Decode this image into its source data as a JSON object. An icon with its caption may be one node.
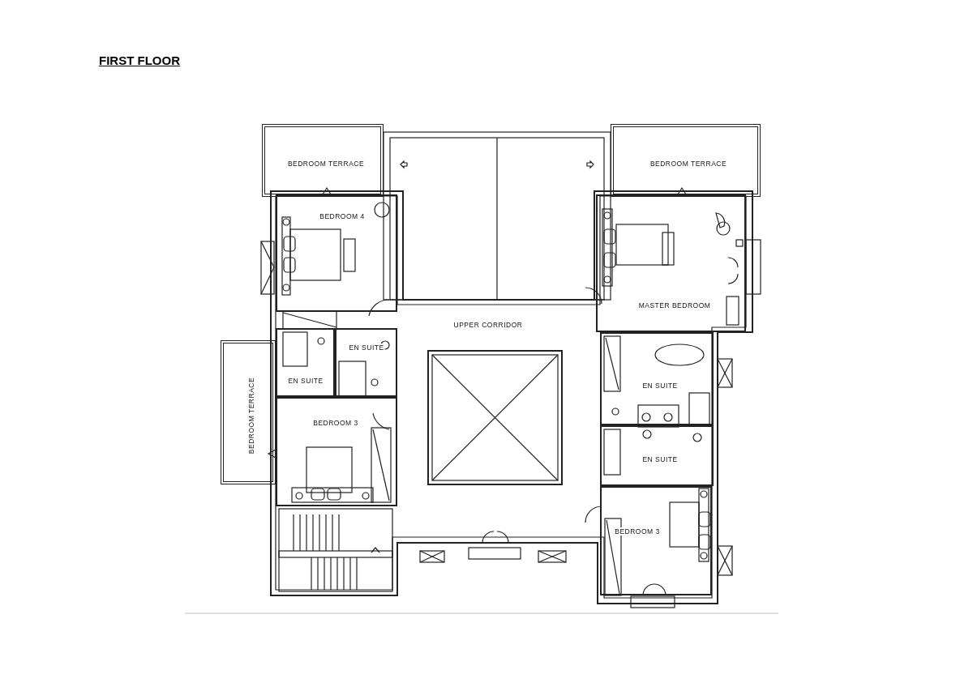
{
  "diagram": {
    "title": "FIRST FLOOR",
    "nodes": [
      {
        "text": [
          "BEDROOM TERRACE"
        ]
      },
      {
        "text": [
          "BEDROOM TERRACE"
        ]
      },
      {
        "text": [
          "BEDROOM 4"
        ]
      },
      {
        "text": [
          "MASTER BEDROOM"
        ]
      },
      {
        "text": [
          "UPPER CORRIDOR"
        ]
      },
      {
        "text": [
          "EN SUITE"
        ]
      },
      {
        "text": [
          "EN SUITE"
        ]
      },
      {
        "text": [
          "BEDROOM TERRACE"
        ]
      },
      {
        "text": [
          "BEDROOM 3"
        ]
      },
      {
        "text": [
          "EN SUITE"
        ]
      },
      {
        "text": [
          "EN SUITE"
        ]
      },
      {
        "text": [
          "BEDROOM 3"
        ]
      }
    ]
  }
}
